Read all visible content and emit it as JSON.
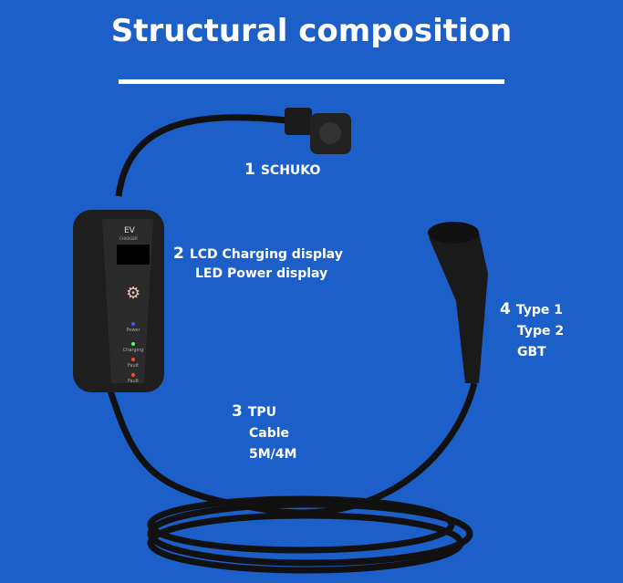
{
  "title": "Structural composition",
  "device": {
    "label": "EV",
    "sublabel": "CHARGER",
    "leds": [
      "Power",
      "Charging",
      "Fault",
      "Fault"
    ]
  },
  "callouts": [
    {
      "num": "1",
      "lines": [
        "SCHUKO"
      ]
    },
    {
      "num": "2",
      "lines": [
        "LCD Charging display",
        "LED Power display"
      ]
    },
    {
      "num": "3",
      "lines": [
        "TPU",
        "Cable",
        "5M/4M"
      ]
    },
    {
      "num": "4",
      "lines": [
        "Type 1",
        "Type 2",
        "GBT"
      ]
    }
  ],
  "colors": {
    "background": "#1c5fc9",
    "text": "#ffffff"
  }
}
